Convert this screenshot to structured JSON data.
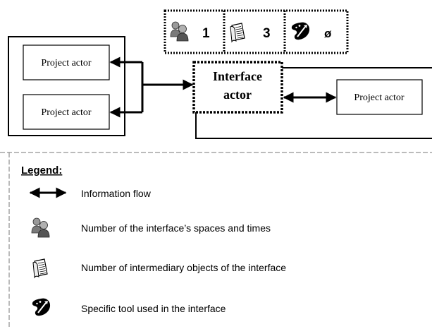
{
  "diagram": {
    "left_group": {
      "actors": [
        "Project actor",
        "Project actor"
      ]
    },
    "interface_actor": {
      "line1": "Interface",
      "line2": "actor"
    },
    "right_actor": "Project actor",
    "indicators": {
      "spaces_times_count": "1",
      "intermediary_objects_count": "3",
      "specific_tool": "ø"
    }
  },
  "legend": {
    "title": "Legend:",
    "items": [
      {
        "icon": "double-arrow-icon",
        "label": "Information flow"
      },
      {
        "icon": "people-icon",
        "label": "Number of the interface’s spaces and times"
      },
      {
        "icon": "document-icon",
        "label": "Number of intermediary objects of the interface"
      },
      {
        "icon": "tool-icon",
        "label": "Specific tool used in the interface"
      }
    ]
  }
}
